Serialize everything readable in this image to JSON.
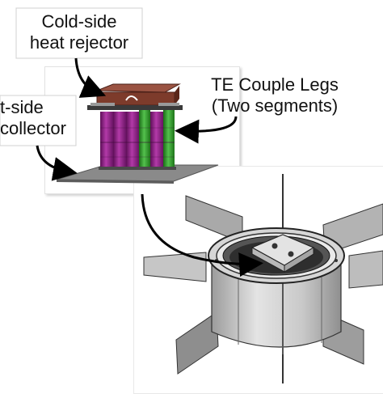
{
  "labels": {
    "cold_side_line1": "Cold-side",
    "cold_side_line2": "heat rejector",
    "te_legs_line1": "TE Couple Legs",
    "te_legs_line2": "(Two segments)",
    "hot_side_line1": "t-side",
    "hot_side_line2": "collector"
  },
  "colors": {
    "leg_purple": "#9a1f8f",
    "leg_green": "#2e9b2a",
    "rejector_brown": "#7d3b2b",
    "collector_gray": "#7d7d7d",
    "arrow": "#000000"
  }
}
